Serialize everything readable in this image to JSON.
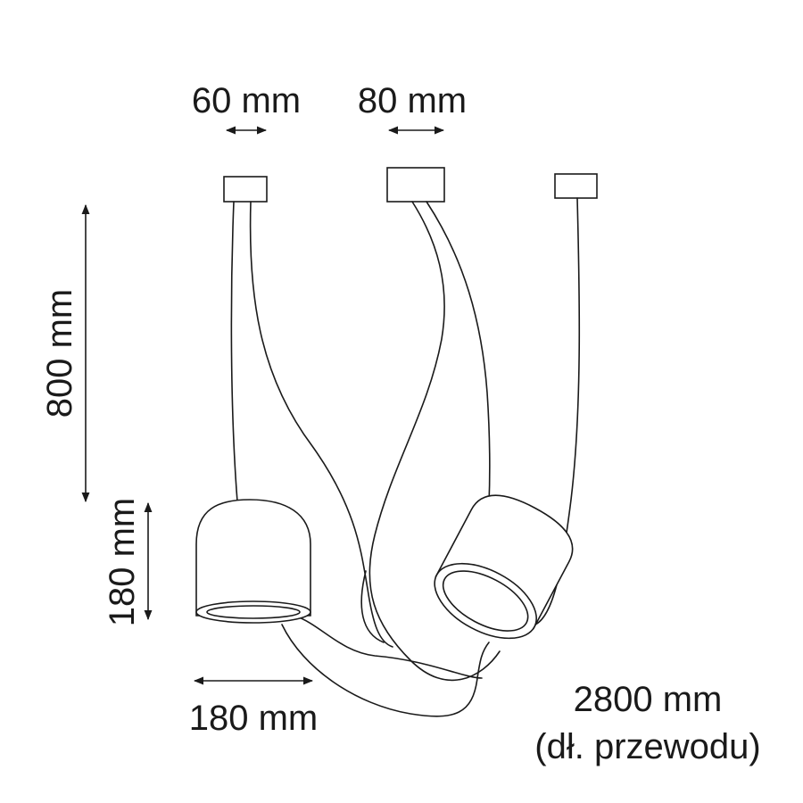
{
  "dimensions": {
    "canopy_small_width": "60 mm",
    "canopy_large_width": "80 mm",
    "suspension_height": "800 mm",
    "lamp_height": "180 mm",
    "lamp_width": "180 mm",
    "cable_length": "2800 mm",
    "cable_length_note": "(dł. przewodu)"
  }
}
